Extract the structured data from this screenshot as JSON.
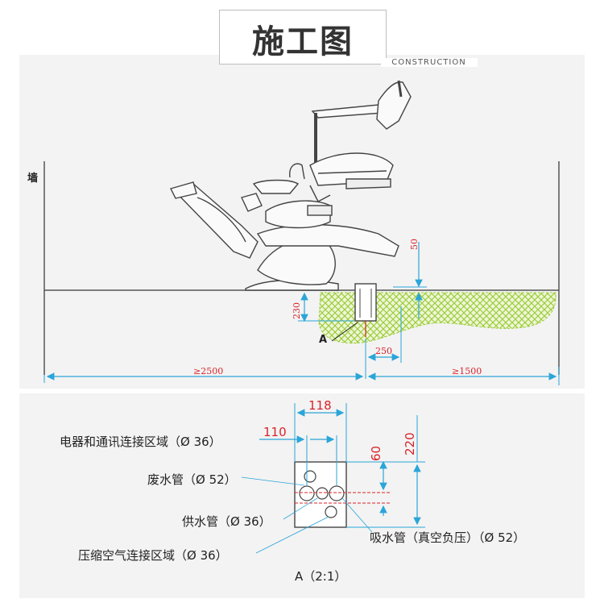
{
  "title": {
    "main": "施工图",
    "sub": "CONSTRUCTION"
  },
  "top_diagram": {
    "wall_label": "墙",
    "point_label": "A",
    "dims": {
      "height_50": "50",
      "depth_230": "230",
      "offset_250": "250",
      "left_2500": "≥2500",
      "right_1500": "≥1500"
    }
  },
  "detail": {
    "dims": {
      "w118": "118",
      "w110": "110",
      "h60": "60",
      "h220": "220"
    },
    "labels": {
      "electrical": "电器和通讯连接区域（Ø 36）",
      "waste_water": "废水管（Ø 52）",
      "water_supply": "供水管（Ø 36）",
      "suction": "吸水管（真空负压）（Ø 52）",
      "compressed_air": "压缩空气连接区域（Ø 36）"
    },
    "caption": "A（2:1）"
  },
  "colors": {
    "dimension": "#2aa5d8",
    "red_number": "#d8232a",
    "hatch": "#9ccc3a",
    "line": "#555555"
  }
}
